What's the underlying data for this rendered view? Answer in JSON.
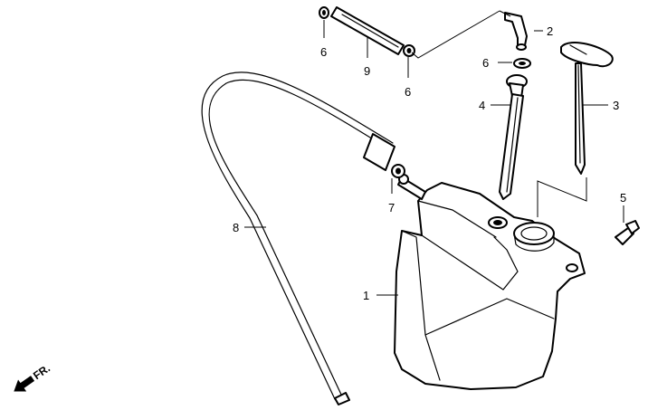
{
  "callouts": {
    "c1": "1",
    "c2": "2",
    "c3": "3",
    "c4": "4",
    "c5": "5",
    "c6a": "6",
    "c6b": "6",
    "c6c": "6",
    "c7": "7",
    "c8": "8",
    "c9": "9"
  },
  "direction": {
    "text": "FR."
  }
}
